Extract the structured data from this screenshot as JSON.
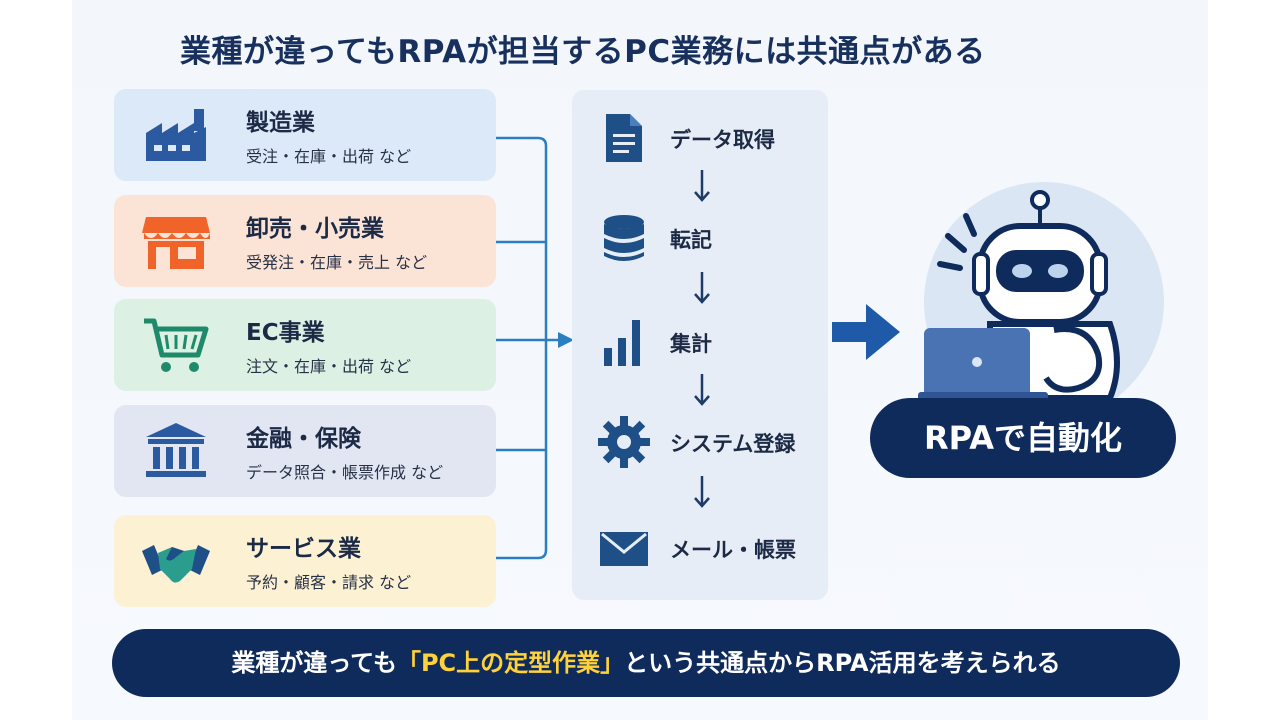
{
  "title": "業種が違ってもRPAが担当するPC業務には共通点がある",
  "industries": [
    {
      "name": "製造業",
      "tasks": "受注・在庫・出荷 など",
      "icon": "factory-icon",
      "color": "#2c5aa0"
    },
    {
      "name": "卸売・小売業",
      "tasks": "受発注・在庫・売上 など",
      "icon": "store-icon",
      "color": "#f0642a"
    },
    {
      "name": "EC事業",
      "tasks": "注文・在庫・出荷 など",
      "icon": "cart-icon",
      "color": "#1f8a6a"
    },
    {
      "name": "金融・保険",
      "tasks": "データ照合・帳票作成 など",
      "icon": "bank-icon",
      "color": "#2c5aa0"
    },
    {
      "name": "サービス業",
      "tasks": "予約・顧客・請求 など",
      "icon": "handshake-icon",
      "color": "#2c5aa0"
    }
  ],
  "steps": [
    {
      "label": "データ取得",
      "icon": "document-icon"
    },
    {
      "label": "転記",
      "icon": "database-icon"
    },
    {
      "label": "集計",
      "icon": "bar-chart-icon"
    },
    {
      "label": "システム登録",
      "icon": "gear-icon"
    },
    {
      "label": "メール・帳票",
      "icon": "envelope-icon"
    }
  ],
  "rpa_label": "RPAで自動化",
  "banner": {
    "before": "業種が違っても",
    "highlight": "「PC上の定型作業」",
    "after": "という共通点からRPA活用を考えられる"
  },
  "colors": {
    "navy": "#0f2b5c",
    "accent": "#2c5aa0",
    "highlight": "#ffd23a"
  }
}
